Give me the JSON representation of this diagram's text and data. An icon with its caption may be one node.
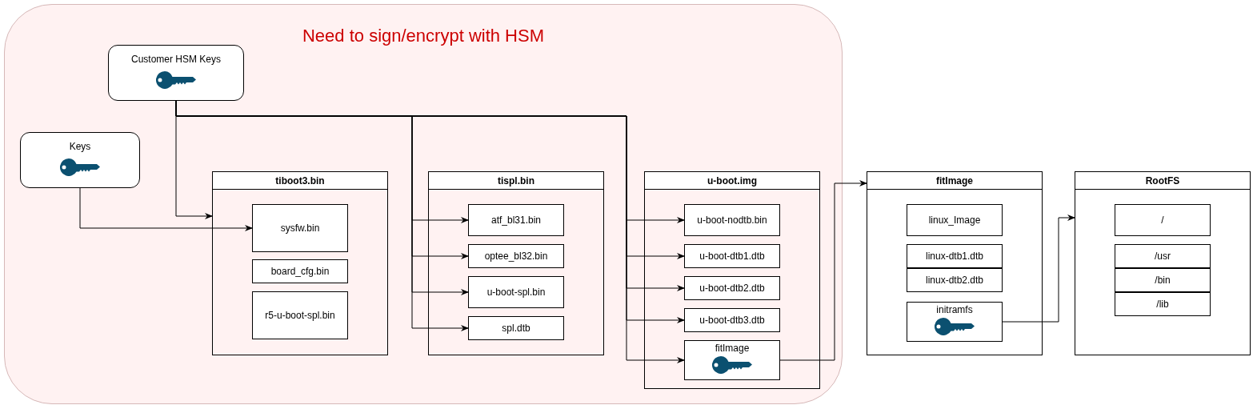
{
  "diagram": {
    "nodes": [
      {
        "text": [
          "Need to sign/encrypt with HSM"
        ]
      },
      {
        "text": [
          "Customer HSM Keys"
        ],
        "in": 0
      },
      {
        "text": [
          "Keys"
        ],
        "in": 0
      },
      {
        "text": [
          "tiboot3.bin"
        ],
        "in": 0
      },
      {
        "text": [
          "sysfw.bin"
        ],
        "in": 3
      },
      {
        "text": [
          "board_cfg.bin"
        ],
        "in": 3
      },
      {
        "text": [
          "r5-u-boot-spl.bin"
        ],
        "in": 3
      },
      {
        "text": [
          "tispl.bin"
        ],
        "in": 0
      },
      {
        "text": [
          "atf_bl31.bin"
        ],
        "in": 7
      },
      {
        "text": [
          "optee_bl32.bin"
        ],
        "in": 7
      },
      {
        "text": [
          "u-boot-spl.bin"
        ],
        "in": 7
      },
      {
        "text": [
          "spl.dtb"
        ],
        "in": 7
      },
      {
        "text": [
          "u-boot.img"
        ],
        "in": 0
      },
      {
        "text": [
          "u-boot-nodtb.bin"
        ],
        "in": 12
      },
      {
        "text": [
          "u-boot-dtb1.dtb"
        ],
        "in": 12
      },
      {
        "text": [
          "u-boot-dtb2.dtb"
        ],
        "in": 12
      },
      {
        "text": [
          "u-boot-dtb3.dtb"
        ],
        "in": 12
      },
      {
        "text": [
          "fitImage"
        ],
        "in": 12
      },
      {
        "text": [
          "fitImage"
        ]
      },
      {
        "text": [
          "linux_Image"
        ],
        "in": 18
      },
      {
        "text": [
          "linux-dtb1.dtb"
        ],
        "in": 18
      },
      {
        "text": [
          "linux-dtb2.dtb"
        ],
        "in": 18
      },
      {
        "text": [
          "initramfs"
        ],
        "in": 18
      },
      {
        "text": [
          "RootFS"
        ]
      },
      {
        "text": [
          "/"
        ],
        "in": 23
      },
      {
        "text": [
          "/usr"
        ],
        "in": 23
      },
      {
        "text": [
          "/bin"
        ],
        "in": 23
      },
      {
        "text": [
          "/lib"
        ],
        "in": 23
      }
    ],
    "edges": [
      {
        "from": 1,
        "to": 3,
        "arrow": "to"
      },
      {
        "from": 2,
        "to": 4,
        "arrow": "to"
      },
      {
        "from": 1,
        "to": 8,
        "arrow": "to"
      },
      {
        "from": 1,
        "to": 9,
        "arrow": "to"
      },
      {
        "from": 1,
        "to": 10,
        "arrow": "to"
      },
      {
        "from": 1,
        "to": 11,
        "arrow": "to"
      },
      {
        "from": 1,
        "to": 13,
        "arrow": "to"
      },
      {
        "from": 1,
        "to": 14,
        "arrow": "to"
      },
      {
        "from": 1,
        "to": 15,
        "arrow": "to"
      },
      {
        "from": 1,
        "to": 16,
        "arrow": "to"
      },
      {
        "from": 1,
        "to": 17,
        "arrow": "to"
      },
      {
        "from": 17,
        "to": 18,
        "arrow": "to"
      },
      {
        "from": 22,
        "to": 23,
        "arrow": "to"
      }
    ]
  }
}
